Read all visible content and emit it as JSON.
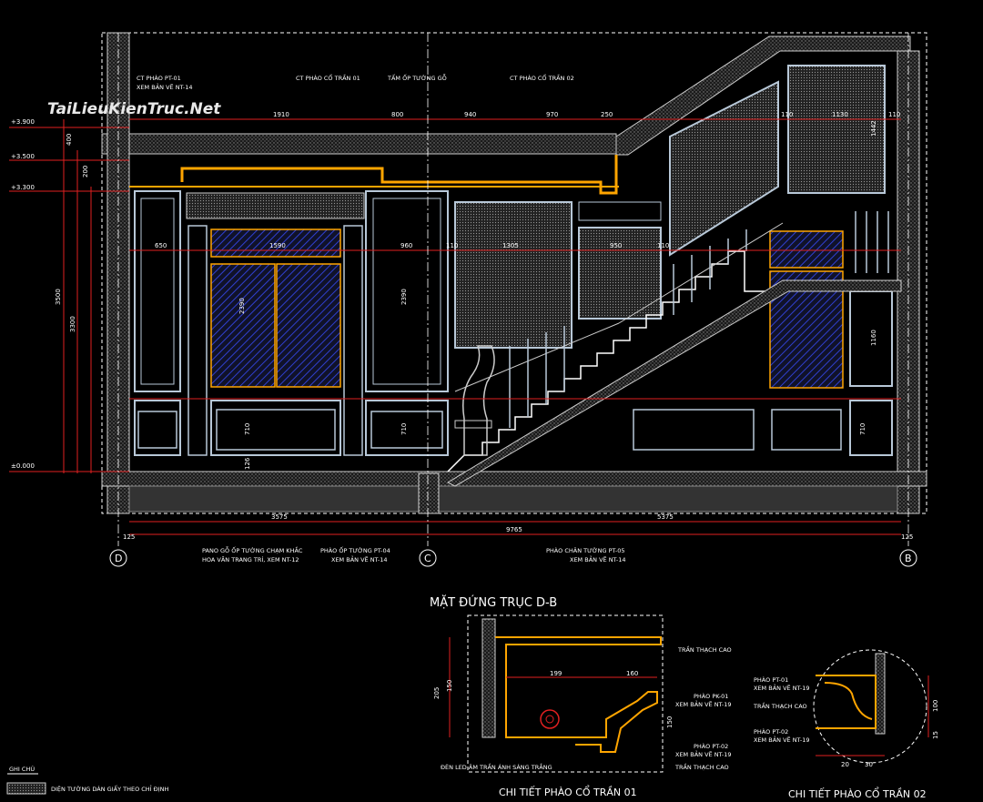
{
  "watermark": "TaiLieuKienTruc.Net",
  "main_title": "MẶT ĐỨNG TRỤC D-B",
  "levels": [
    "+3.900",
    "+3.500",
    "+3.300",
    "±0.000"
  ],
  "axes": [
    "D",
    "C",
    "B"
  ],
  "top_annotations": [
    {
      "line1": "CT PHÀO PT-01",
      "line2": "XEM BẢN VẼ NT-14"
    },
    {
      "line1": "CT PHÀO CỔ TRẦN 01",
      "line2": ""
    },
    {
      "line1": "TẤM ỐP TƯỜNG GỖ",
      "line2": ""
    },
    {
      "line1": "CT PHÀO CỔ TRẦN 02",
      "line2": ""
    }
  ],
  "bottom_annotations": [
    {
      "line1": "PANO GỖ ỐP TƯỜNG CHẠM KHẮC",
      "line2": "HOA VĂN TRANG TRÍ, XEM NT-12"
    },
    {
      "line1": "PHÀO ỐP TƯỜNG PT-04",
      "line2": "XEM BẢN VẼ NT-14"
    },
    {
      "line1": "PHÀO CHÂN TƯỜNG PT-05",
      "line2": "XEM BẢN VẼ NT-14"
    }
  ],
  "dims_top": [
    "1910",
    "800",
    "940",
    "970",
    "250",
    "110",
    "1130",
    "110"
  ],
  "dims_inner": [
    "650",
    "1590",
    "960",
    "1305",
    "950",
    "110",
    "110"
  ],
  "dims_vertical": [
    "400",
    "200",
    "3500",
    "3300",
    "2390",
    "2390",
    "1442",
    "1160",
    "710",
    "710",
    "710",
    "126"
  ],
  "dims_bottom": [
    "3575",
    "9765",
    "5375",
    "125",
    "125"
  ],
  "detail1": {
    "title": "CHI TIẾT PHÀO CỔ TRẦN 01",
    "labels": [
      "TRẦN THẠCH CAO",
      "PHÀO PK-01",
      "XEM BẢN VẼ NT-19",
      "PHÀO PT-02",
      "XEM BẢN VẼ NT-19",
      "TRẦN THẠCH CAO",
      "ĐÈN LED ÂM TRẦN ÁNH SÁNG TRẮNG"
    ],
    "dims": [
      "199",
      "160",
      "205",
      "150",
      "150"
    ]
  },
  "detail2": {
    "title": "CHI TIẾT PHÀO CỔ TRẦN 02",
    "labels": [
      "PHÀO PT-01",
      "XEM BẢN VẼ NT-19",
      "TRẦN THẠCH CAO",
      "PHÀO PT-02",
      "XEM BẢN VẼ NT-19"
    ],
    "dims": [
      "100",
      "15",
      "20",
      "30"
    ]
  },
  "legend": {
    "heading": "GHI CHÚ",
    "item": "DIỆN TƯỜNG DÁN GIẤY THEO CHỈ ĐỊNH"
  },
  "colors": {
    "background": "#000000",
    "frame": "#ffffff",
    "panel_stroke": "#b8c8d8",
    "cornice": "#ffa500",
    "glass": "#1a2aa0",
    "dim_red": "#e02020",
    "dim_text": "#ffffff",
    "floor": "#6a6a6a",
    "stone": "#9a9a9a"
  }
}
